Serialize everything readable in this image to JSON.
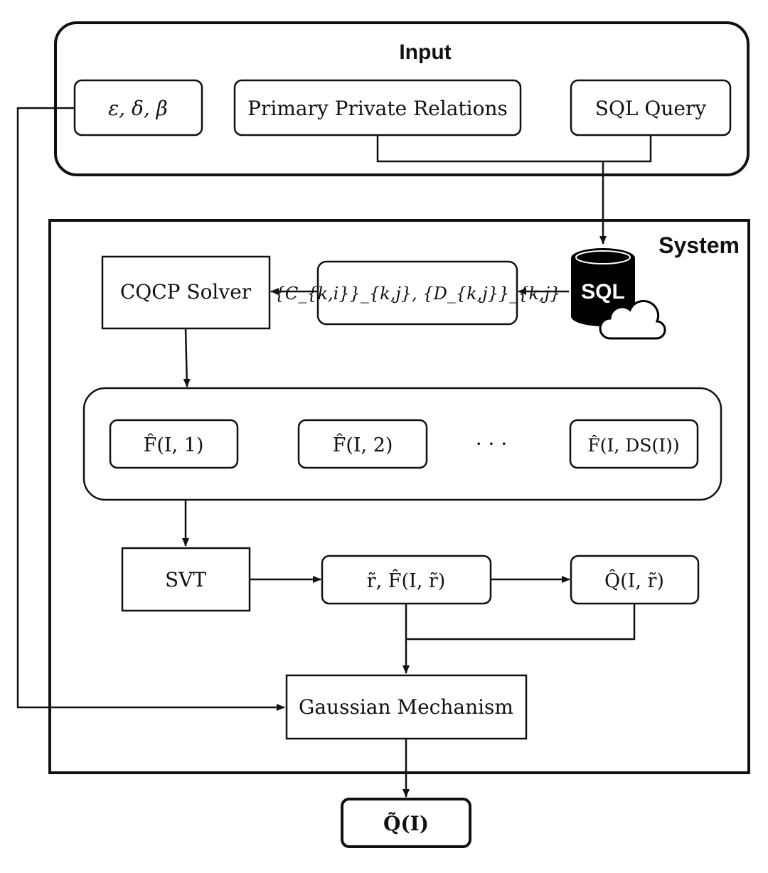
{
  "input": {
    "title": "Input",
    "params_label": "ε, δ, β",
    "relations_label": "Primary Private Relations",
    "query_label": "SQL Query"
  },
  "system": {
    "title": "System",
    "sql_icon_text": "SQL",
    "coefficients_label": "{C_{k,i}}_{k,j}, {D_{k,j}}_{k,j}",
    "solver_label": "CQCP Solver",
    "f_hat_1_label": "F̂(I, 1)",
    "f_hat_2_label": "F̂(I, 2)",
    "ellipsis_label": "· · ·",
    "f_hat_ds_label": "F̂(I, DS(I))",
    "svt_label": "SVT",
    "r_tilde_label": "r̃, F̂(I, r̃)",
    "q_hat_label": "Q̂(I, r̃)",
    "gaussian_label": "Gaussian Mechanism"
  },
  "output": {
    "label": "Q̃(I)"
  }
}
